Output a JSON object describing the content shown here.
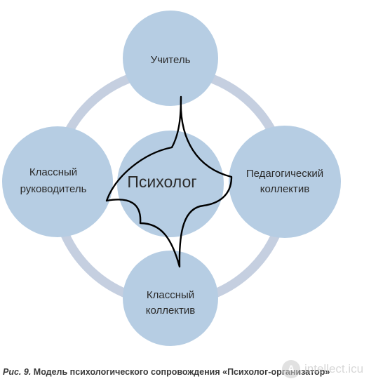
{
  "diagram": {
    "center": "Психолог",
    "nodes": {
      "top": "Учитель",
      "left": [
        "Классный",
        "руководитель"
      ],
      "right": [
        "Педагогический",
        "коллектив"
      ],
      "bottom": [
        "Классный",
        "коллектив"
      ]
    }
  },
  "caption": {
    "figure": "Рис. 9.",
    "text": "Модель психологического сопровождения «Психолог-организатор»"
  },
  "watermark": {
    "text": "intellect.icu"
  },
  "colors": {
    "circle": "#b6cde3",
    "ring": "#c5cfe0",
    "outline": "#000000"
  }
}
